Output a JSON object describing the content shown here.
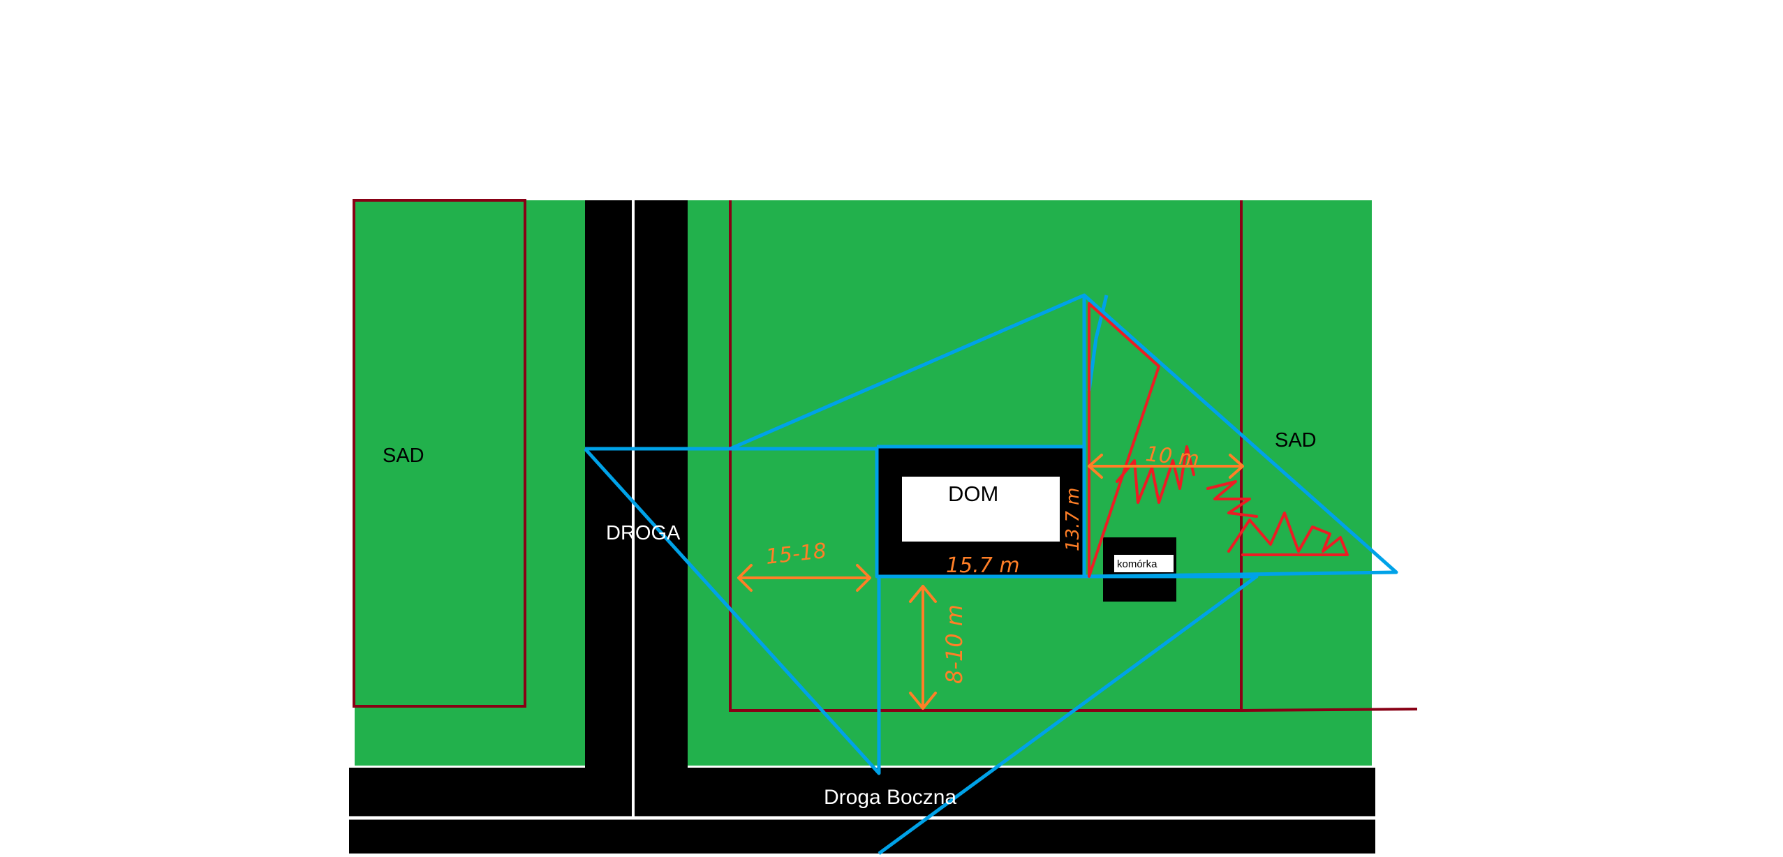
{
  "labels": {
    "sad_left": "SAD",
    "sad_right": "SAD",
    "droga": "DROGA",
    "dom": "DOM",
    "komorka": "komórka",
    "droga_boczna": "Droga Boczna"
  },
  "dimensions": {
    "dist_road_to_house": "15-18",
    "house_width": "15.7 m",
    "house_depth": "13.7 m",
    "dist_house_to_side_road": "8-10 m",
    "dist_house_to_neighbor": "10 m"
  },
  "colors": {
    "background": "#ffffff",
    "grass": "#22b14c",
    "road": "#000000",
    "plot_border": "#880015",
    "view_lines": "#00a2e8",
    "measure": "#ff7f27",
    "sketch_red": "#ed1c24"
  }
}
